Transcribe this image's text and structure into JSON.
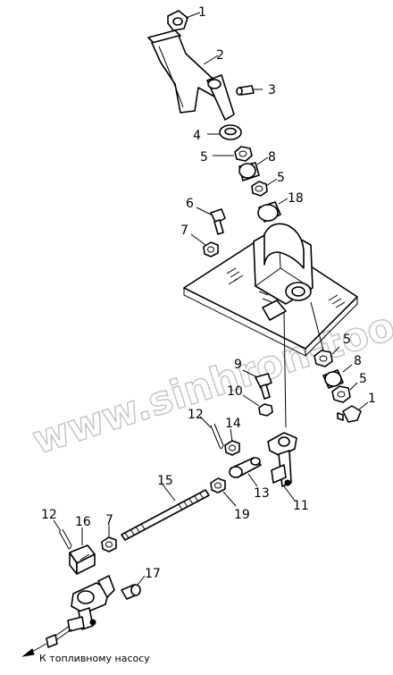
{
  "callouts": {
    "c1a": "1",
    "c2": "2",
    "c3": "3",
    "c4": "4",
    "c5a": "5",
    "c8a": "8",
    "c5b": "5",
    "c18": "18",
    "c6": "6",
    "c7a": "7",
    "c5c": "5",
    "c9": "9",
    "c8b": "8",
    "c10": "10",
    "c5d": "5",
    "c1b": "1",
    "c12a": "12",
    "c14": "14",
    "c13": "13",
    "c11": "11",
    "c15": "15",
    "c19": "19",
    "c12b": "12",
    "c16": "16",
    "c7b": "7",
    "c17": "17"
  },
  "caption": "К топливному насосу",
  "watermark": "www.sinhron-too.kz"
}
